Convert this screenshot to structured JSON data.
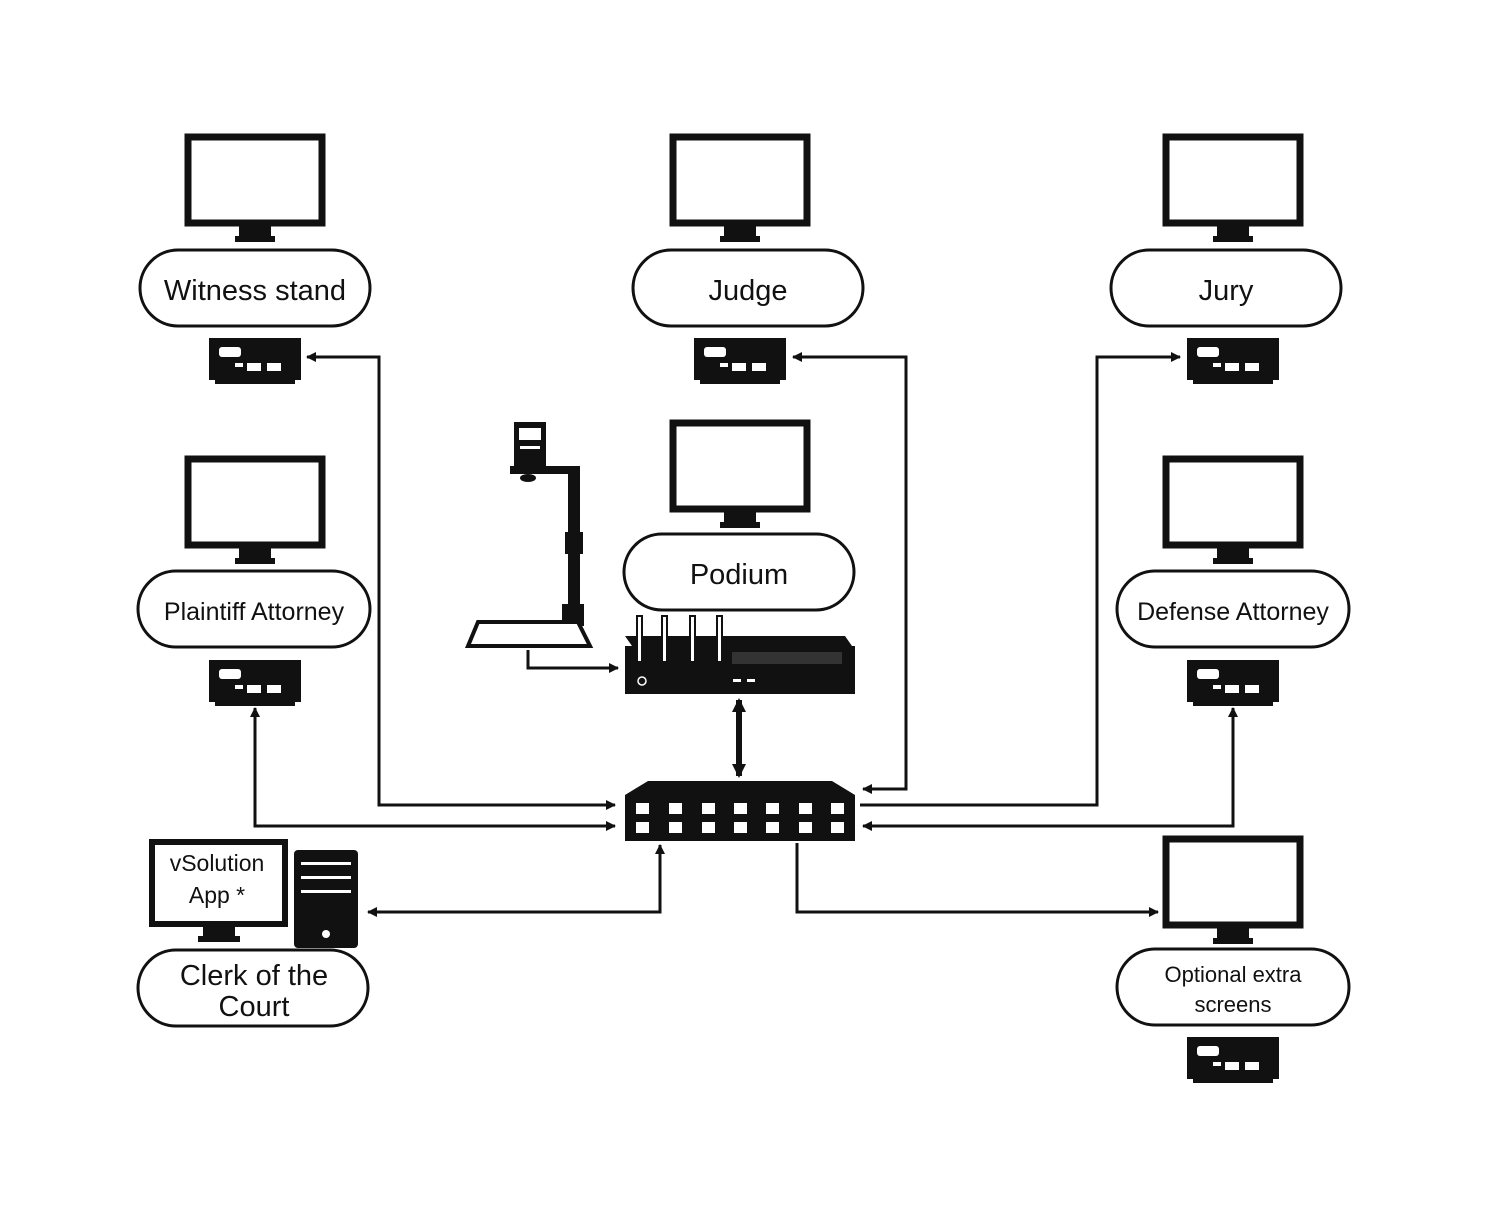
{
  "stations": {
    "witness": {
      "label": "Witness stand"
    },
    "judge": {
      "label": "Judge"
    },
    "jury": {
      "label": "Jury"
    },
    "plaintiff": {
      "label": "Plaintiff Attorney"
    },
    "podium": {
      "label": "Podium"
    },
    "defense": {
      "label": "Defense Attorney"
    },
    "clerk": {
      "label_line1": "Clerk of the",
      "label_line2": "Court"
    },
    "optional": {
      "label_line1": "Optional extra",
      "label_line2": "screens"
    }
  },
  "app_screen": {
    "line1": "vSolution",
    "line2": "App *"
  },
  "colors": {
    "stroke": "#111111",
    "fill": "#111111",
    "background": "#ffffff"
  }
}
